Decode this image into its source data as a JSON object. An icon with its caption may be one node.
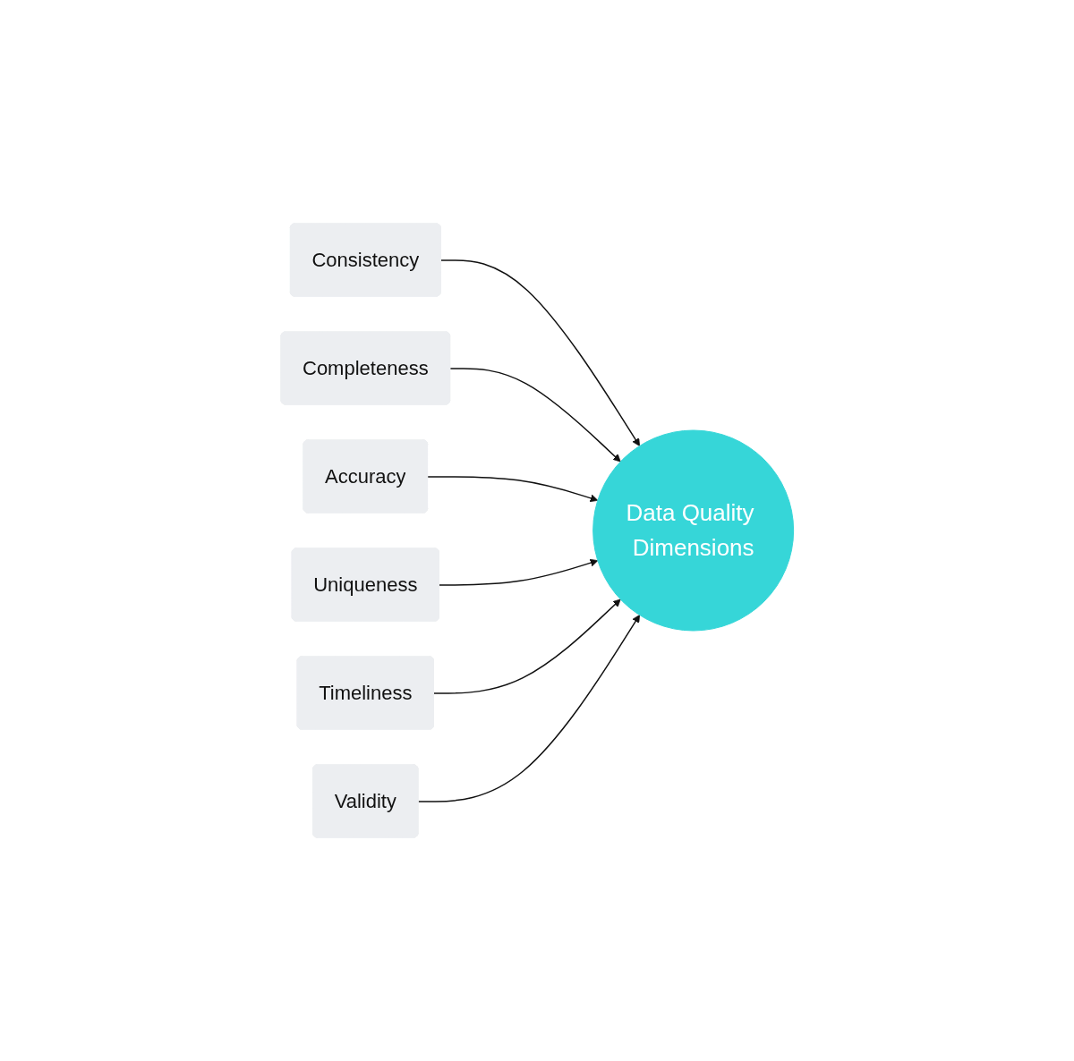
{
  "diagram": {
    "nodes": [
      {
        "text": [
          "Consistency"
        ]
      },
      {
        "text": [
          "Completeness"
        ]
      },
      {
        "text": [
          "Accuracy"
        ]
      },
      {
        "text": [
          "Uniqueness"
        ]
      },
      {
        "text": [
          "Timeliness"
        ]
      },
      {
        "text": [
          "Validity"
        ]
      },
      {
        "text": [
          "Data Quality Dimensions"
        ]
      }
    ],
    "edges": [
      {
        "from": 0,
        "to": 6,
        "arrow": "to"
      },
      {
        "from": 1,
        "to": 6,
        "arrow": "to"
      },
      {
        "from": 2,
        "to": 6,
        "arrow": "to"
      },
      {
        "from": 3,
        "to": 6,
        "arrow": "to"
      },
      {
        "from": 4,
        "to": 6,
        "arrow": "to"
      },
      {
        "from": 5,
        "to": 6,
        "arrow": "to"
      }
    ]
  }
}
